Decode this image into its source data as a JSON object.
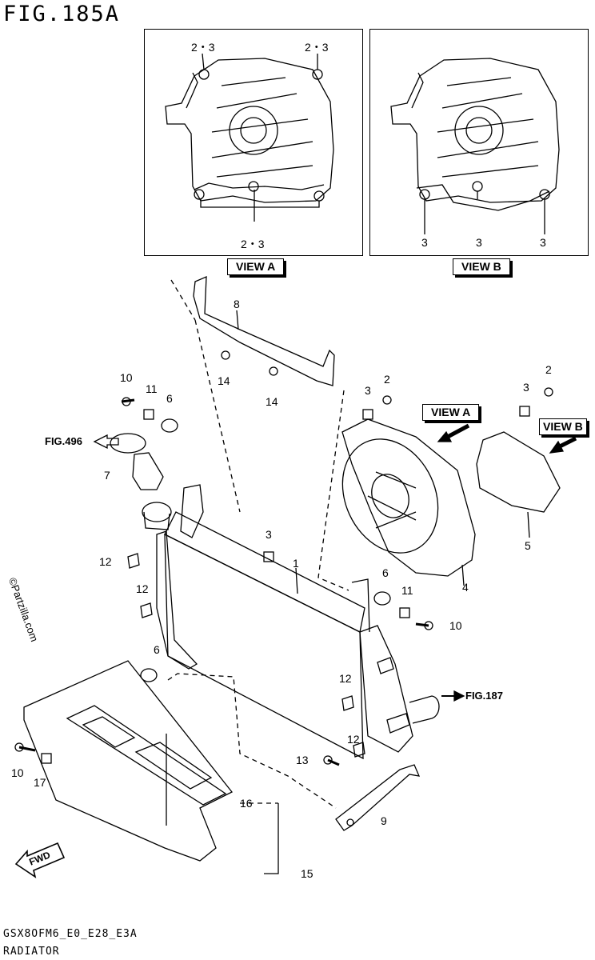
{
  "figure_title": "FIG.185A",
  "view_a": {
    "label": "VIEW A",
    "callouts": [
      "2・3",
      "2・3",
      "2・3"
    ]
  },
  "view_b": {
    "label": "VIEW B",
    "callouts": [
      "3",
      "3",
      "3"
    ]
  },
  "main": {
    "pointer_labels": {
      "view_a": "VIEW A",
      "view_b": "VIEW B"
    },
    "figure_refs": {
      "left": "FIG.496",
      "right": "FIG.187"
    },
    "callouts": {
      "p1": "1",
      "p2a": "2",
      "p2b": "2",
      "p3a": "3",
      "p3b": "3",
      "p3c": "3",
      "p4": "4",
      "p5": "5",
      "p6a": "6",
      "p6b": "6",
      "p6c": "6",
      "p7": "7",
      "p8": "8",
      "p9": "9",
      "p10a": "10",
      "p10b": "10",
      "p10c": "10",
      "p11a": "11",
      "p11b": "11",
      "p12a": "12",
      "p12b": "12",
      "p12c": "12",
      "p12d": "12",
      "p13": "13",
      "p14a": "14",
      "p14b": "14",
      "p15": "15",
      "p16": "16",
      "p17": "17"
    },
    "fwd_label": "FWD",
    "watermark": "©Partzilla.com"
  },
  "footer": {
    "model_code": "GSX8OFM6_E0_E28_E3A",
    "section_name": "RADIATOR"
  }
}
